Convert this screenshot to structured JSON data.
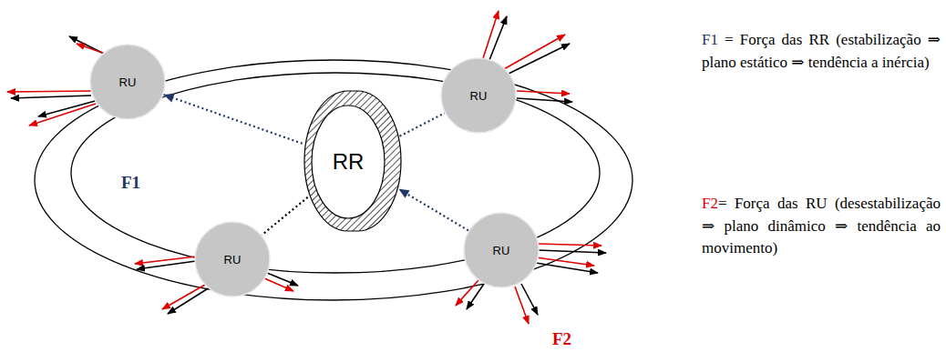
{
  "diagram": {
    "nodes": [
      {
        "text": [
          "RU"
        ]
      },
      {
        "text": [
          "RU"
        ]
      },
      {
        "text": [
          "RR"
        ]
      },
      {
        "text": [
          "RU"
        ]
      },
      {
        "text": [
          "RU"
        ]
      }
    ],
    "edges": [
      {
        "from": 2,
        "to": 0,
        "arrow": "to"
      },
      {
        "from": 2,
        "to": 1,
        "arrow": "none"
      },
      {
        "from": 2,
        "to": 3,
        "arrow": "none"
      },
      {
        "from": 4,
        "to": 2,
        "arrow": "to"
      }
    ],
    "labels": [
      "F1",
      "F2",
      "F1",
      "= Força das RR (estabilização ⇒ plano estático ⇒ tendência a inércia)",
      "F2",
      "= Força das RU (desestabilização ⇒ plano dinâmico ⇒ tendência ao movimento)"
    ]
  }
}
